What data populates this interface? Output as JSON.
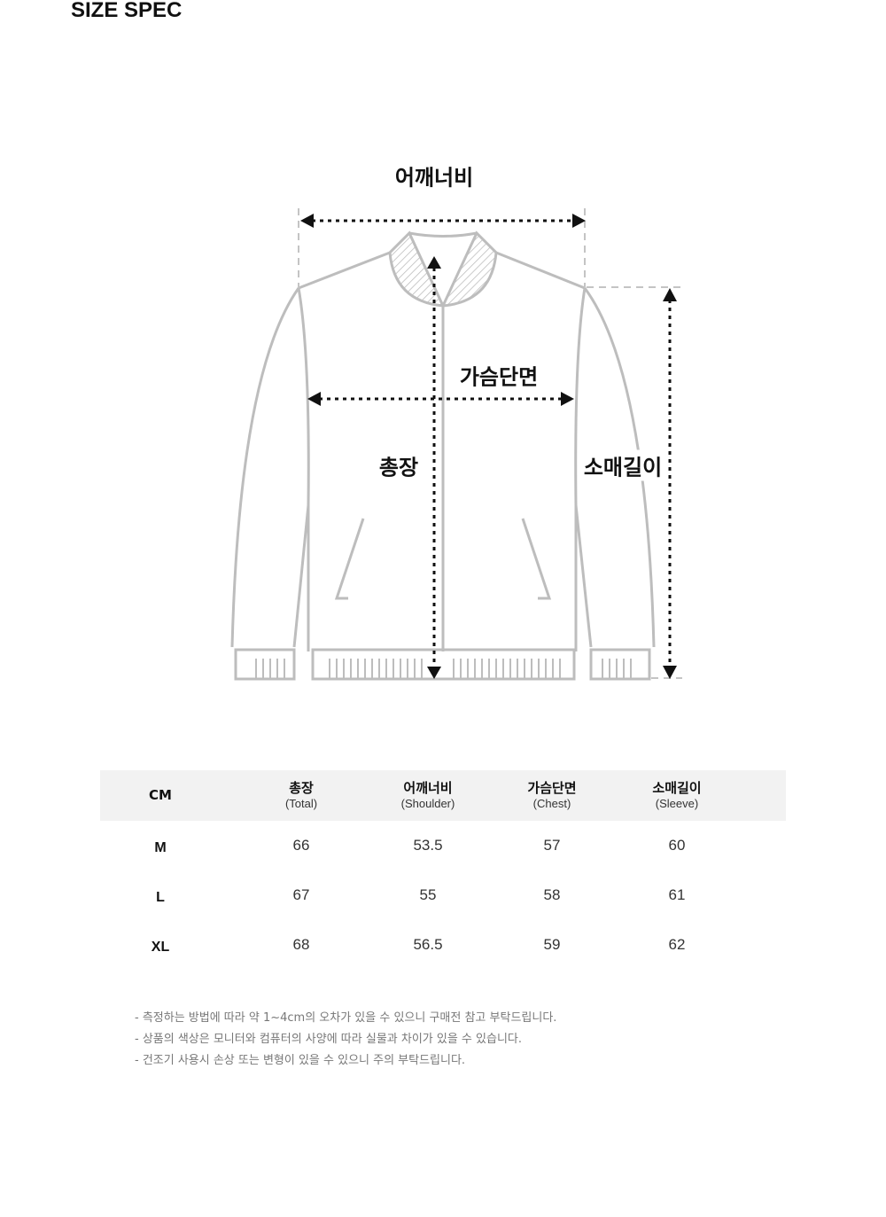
{
  "title": "SIZE SPEC",
  "diagram": {
    "shoulder_label": "어깨너비",
    "chest_label": "가슴단면",
    "total_label": "총장",
    "sleeve_label": "소매길이"
  },
  "table": {
    "unit": "CM",
    "columns": [
      {
        "ko": "총장",
        "en": "(Total)"
      },
      {
        "ko": "어깨너비",
        "en": "(Shoulder)"
      },
      {
        "ko": "가슴단면",
        "en": "(Chest)"
      },
      {
        "ko": "소매길이",
        "en": "(Sleeve)"
      }
    ],
    "rows": [
      {
        "size": "M",
        "values": [
          "66",
          "53.5",
          "57",
          "60"
        ]
      },
      {
        "size": "L",
        "values": [
          "67",
          "55",
          "58",
          "61"
        ]
      },
      {
        "size": "XL",
        "values": [
          "68",
          "56.5",
          "59",
          "62"
        ]
      }
    ]
  },
  "notes": [
    "- 측정하는 방법에 따라 약 1~4cm의 오차가 있을 수 있으니 구매전 참고 부탁드립니다.",
    "- 상품의 색상은 모니터와 컴퓨터의 사양에 따라 실물과 차이가 있을 수 있습니다.",
    "- 건조기 사용시 손상 또는 변형이 있을 수 있으니 주의 부탁드립니다."
  ]
}
